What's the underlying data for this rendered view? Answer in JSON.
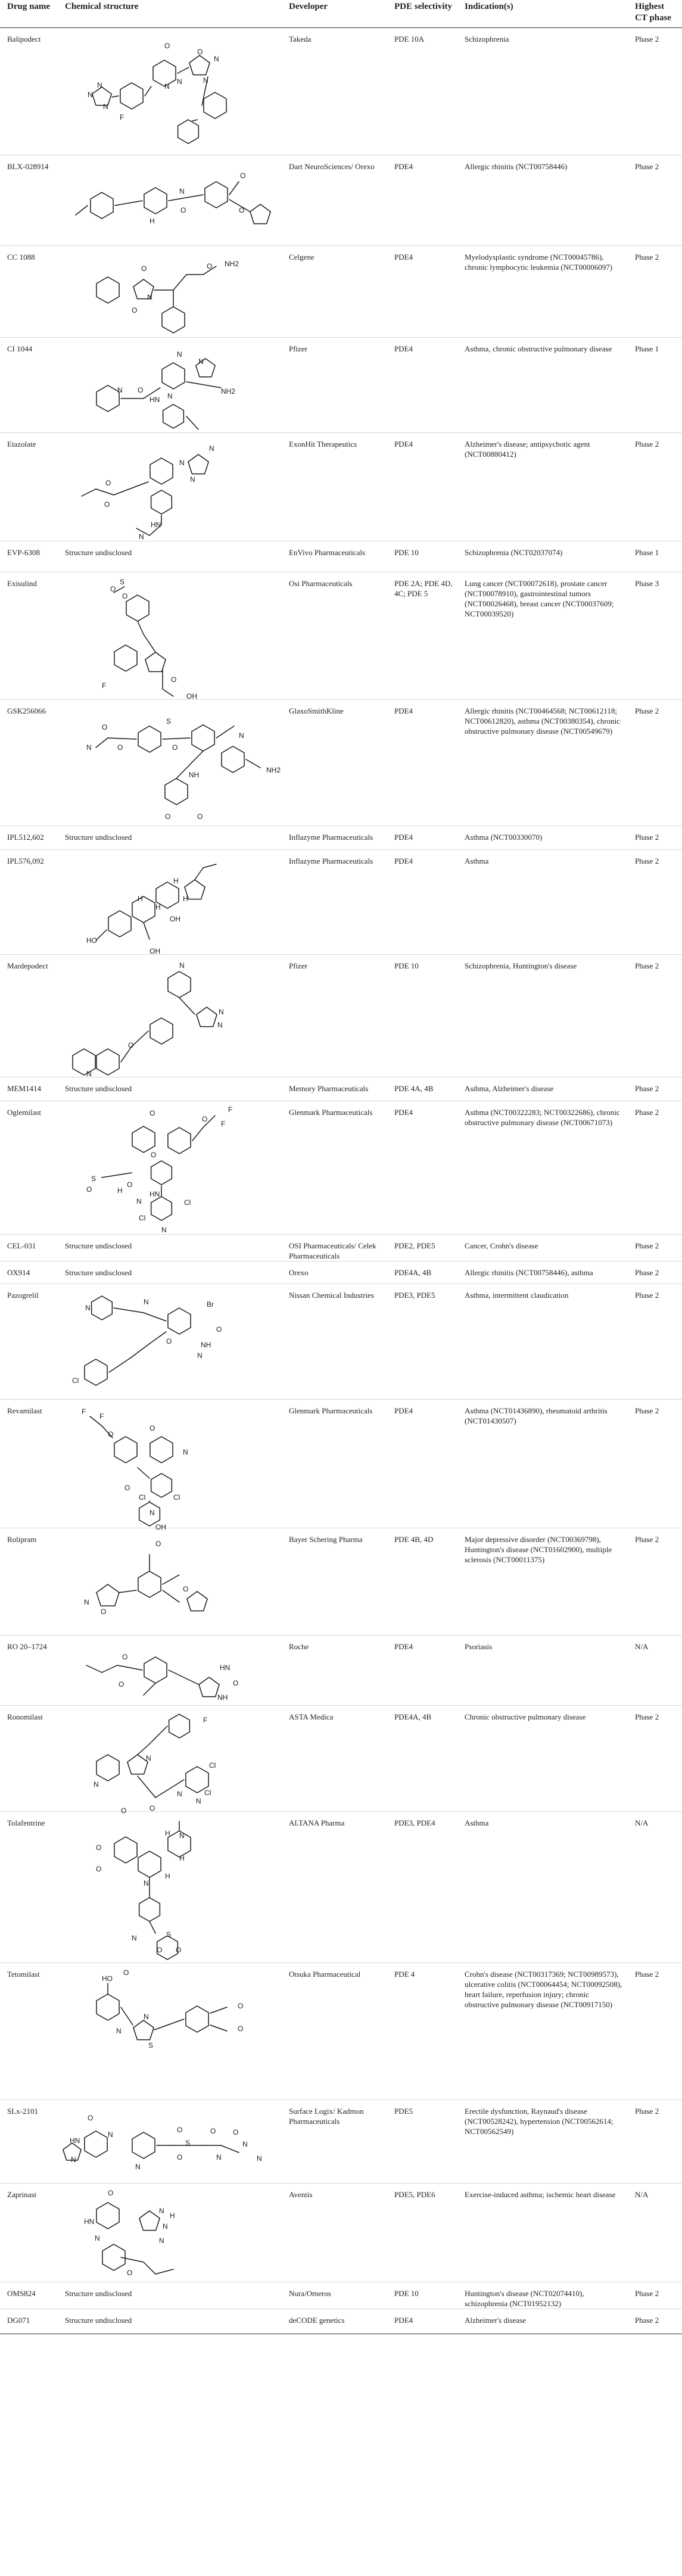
{
  "columns": {
    "drug_name": "Drug name",
    "chemical_structure": "Chemical structure",
    "developer": "Developer",
    "pde_selectivity": "PDE selectivity",
    "indications": "Indication(s)",
    "highest_ct_phase": "Highest CT phase"
  },
  "rows": [
    {
      "name": "Balipodect",
      "structure": "",
      "developer": "Takeda",
      "pde": "PDE 10A",
      "indication": "Schizophrenia",
      "phase": "Phase 2",
      "atoms": [
        "O",
        "O",
        "N",
        "N",
        "N",
        "N",
        "N",
        "N",
        "N",
        "F"
      ]
    },
    {
      "name": "BLX-028914",
      "structure": "",
      "developer": "Dart NeuroSciences/ Orexo",
      "pde": "PDE4",
      "indication": "Allergic rhinitis (NCT00758446)",
      "phase": "Phase 2",
      "atoms": [
        "O",
        "O",
        "O",
        "N",
        "H"
      ]
    },
    {
      "name": "CC 1088",
      "structure": "",
      "developer": "Celgene",
      "pde": "PDE4",
      "indication": "Myelodysplastic syndrome (NCT00045786), chronic lymphocytic leukemia (NCT00006097)",
      "phase": "Phase 2",
      "atoms": [
        "O",
        "O",
        "O",
        "N",
        "NH2"
      ]
    },
    {
      "name": "CI 1044",
      "structure": "",
      "developer": "Pfizer",
      "pde": "PDE4",
      "indication": "Asthma, chronic obstructive pulmonary disease",
      "phase": "Phase 1",
      "atoms": [
        "O",
        "N",
        "N",
        "N",
        "HN",
        "N",
        "NH2"
      ]
    },
    {
      "name": "Etazolate",
      "structure": "",
      "developer": "ExonHit Therapeutics",
      "pde": "PDE4",
      "indication": "Alzheimer's disease; antipsychotic agent (NCT00880412)",
      "phase": "Phase 2",
      "atoms": [
        "O",
        "O",
        "N",
        "N",
        "N",
        "HN",
        "N"
      ]
    },
    {
      "name": "EVP-6308",
      "structure": "Structure undisclosed",
      "developer": "EnVivo Pharmaceuticals",
      "pde": "PDE 10",
      "indication": "Schizophrenia (NCT02037074)",
      "phase": "Phase 1",
      "atoms": []
    },
    {
      "name": "Exisulind",
      "structure": "",
      "developer": "Osi Pharmaceuticals",
      "pde": "PDE 2A; PDE 4D, 4C; PDE 5",
      "indication": "Lung cancer (NCT00072618), prostate cancer (NCT00078910), gastrointestinal tumors (NCT00026468), breast cancer (NCT00037609; NCT00039520)",
      "phase": "Phase 3",
      "atoms": [
        "O",
        "S",
        "O",
        "F",
        "O",
        "OH"
      ]
    },
    {
      "name": "GSK256066",
      "structure": "",
      "developer": "GlaxoSmithKline",
      "pde": "PDE4",
      "indication": "Allergic rhinitis (NCT00464568; NCT00612118; NCT00612820), asthma (NCT00380354), chronic obstructive pulmonary disease (NCT00549679)",
      "phase": "Phase 2",
      "atoms": [
        "O",
        "N",
        "O",
        "S",
        "O",
        "N",
        "NH",
        "O",
        "NH2",
        "O"
      ]
    },
    {
      "name": "IPL512,602",
      "structure": "Structure undisclosed",
      "developer": "Inflazyme Pharmaceuticals",
      "pde": "PDE4",
      "indication": "Asthma (NCT00330070)",
      "phase": "Phase 2",
      "atoms": []
    },
    {
      "name": "IPL576,092",
      "structure": "",
      "developer": "Inflazyme Pharmaceuticals",
      "pde": "PDE4",
      "indication": "Asthma",
      "phase": "Phase 2",
      "atoms": [
        "H",
        "H",
        "H",
        "H",
        "HO",
        "OH",
        "OH"
      ]
    },
    {
      "name": "Mardepodect",
      "structure": "",
      "developer": "Pfizer",
      "pde": "PDE 10",
      "indication": "Schizophrenia, Huntington's disease",
      "phase": "Phase 2",
      "atoms": [
        "N",
        "N",
        "N",
        "O",
        "N"
      ]
    },
    {
      "name": "MEM1414",
      "structure": "Structure undisclosed",
      "developer": "Memory Pharmaceuticals",
      "pde": "PDE 4A, 4B",
      "indication": "Asthma, Alzheimer's disease",
      "phase": "Phase 2",
      "atoms": []
    },
    {
      "name": "Oglemilast",
      "structure": "",
      "developer": "Glenmark Pharmaceuticals",
      "pde": "PDE4",
      "indication": "Asthma (NCT00322283; NCT00322686), chronic obstructive pulmonary disease (NCT00671073)",
      "phase": "Phase 2",
      "atoms": [
        "F",
        "F",
        "O",
        "O",
        "O",
        "S",
        "O",
        "H",
        "N",
        "Cl",
        "Cl",
        "O",
        "HN",
        "N"
      ]
    },
    {
      "name": "CEL-031",
      "structure": "Structure undisclosed",
      "developer": "OSI Pharmaceuticals/ Celek Pharmaceuticals",
      "pde": "PDE2, PDE5",
      "indication": "Cancer, Crohn's disease",
      "phase": "Phase 2",
      "atoms": []
    },
    {
      "name": "OX914",
      "structure": "Structure undisclosed",
      "developer": "Orexo",
      "pde": "PDE4A, 4B",
      "indication": "Allergic rhinitis (NCT00758446), asthma",
      "phase": "Phase 2",
      "atoms": []
    },
    {
      "name": "Pazogrelil",
      "structure": "",
      "developer": "Nissan Chemical Industries",
      "pde": "PDE3, PDE5",
      "indication": "Asthma, intermittent claudication",
      "phase": "Phase 2",
      "atoms": [
        "N",
        "N",
        "Br",
        "O",
        "NH",
        "N",
        "O",
        "Cl"
      ]
    },
    {
      "name": "Revamilast",
      "structure": "",
      "developer": "Glenmark Pharmaceuticals",
      "pde": "PDE4",
      "indication": "Asthma (NCT01436890), rheumatoid arthritis (NCT01430507)",
      "phase": "Phase 2",
      "atoms": [
        "F",
        "F",
        "O",
        "O",
        "N",
        "O",
        "Cl",
        "Cl",
        "N",
        "OH"
      ]
    },
    {
      "name": "Rolipram",
      "structure": "",
      "developer": "Bayer Schering Pharma",
      "pde": "PDE 4B, 4D",
      "indication": "Major depressive disorder (NCT00369798), Huntington's disease (NCT01602900), multiple sclerosis (NCT00011375)",
      "phase": "Phase 2",
      "atoms": [
        "O",
        "N",
        "O",
        "O"
      ]
    },
    {
      "name": "RO 20–1724",
      "structure": "",
      "developer": "Roche",
      "pde": "PDE4",
      "indication": "Psoriasis",
      "phase": "N/A",
      "atoms": [
        "O",
        "O",
        "HN",
        "NH",
        "O"
      ]
    },
    {
      "name": "Ronomilast",
      "structure": "",
      "developer": "ASTA Medica",
      "pde": "PDE4A, 4B",
      "indication": "Chronic obstructive pulmonary disease",
      "phase": "Phase 2",
      "atoms": [
        "F",
        "N",
        "N",
        "Cl",
        "N",
        "O",
        "O",
        "N",
        "Cl"
      ]
    },
    {
      "name": "Tolafentrine",
      "structure": "",
      "developer": "ALTANA Pharma",
      "pde": "PDE3, PDE4",
      "indication": "Asthma",
      "phase": "N/A",
      "atoms": [
        "N",
        "H",
        "O",
        "O",
        "H",
        "N",
        "H",
        "N",
        "S",
        "O",
        "O"
      ]
    },
    {
      "name": "Tetomilast",
      "structure": "",
      "developer": "Otsuka Pharmaceutical",
      "pde": "PDE 4",
      "indication": "Crohn's disease (NCT00317369; NCT00989573), ulcerative colitis (NCT00064454; NCT00092508), heart failure, reperfusion injury; chronic obstructive pulmonary disease (NCT00917150)",
      "phase": "Phase 2",
      "atoms": [
        "HO",
        "O",
        "N",
        "S",
        "N",
        "O",
        "O"
      ]
    },
    {
      "name": "SLx-2101",
      "structure": "",
      "developer": "Surface Logix/ Kadmon Pharmaceuticals",
      "pde": "PDE5",
      "indication": "Erectile dysfunction, Raynaud's disease (NCT00528242), hypertension (NCT00562614; NCT00562549)",
      "phase": "Phase 2",
      "atoms": [
        "O",
        "N",
        "HN",
        "N",
        "N",
        "O",
        "O",
        "S",
        "O",
        "N",
        "O",
        "N",
        "N"
      ]
    },
    {
      "name": "Zaprinast",
      "structure": "",
      "developer": "Aventis",
      "pde": "PDE5, PDE6",
      "indication": "Exercise-induced asthma; ischemic heart disease",
      "phase": "N/A",
      "atoms": [
        "O",
        "HN",
        "N",
        "N",
        "N",
        "N",
        "H",
        "O"
      ]
    },
    {
      "name": "OMS824",
      "structure": "Structure undisclosed",
      "developer": "Nura/Omeros",
      "pde": "PDE 10",
      "indication": "Huntington's disease (NCT02074410), schizophrenia (NCT01952132)",
      "phase": "Phase 2",
      "atoms": []
    },
    {
      "name": "DG071",
      "structure": "Structure undisclosed",
      "developer": "deCODE genetics",
      "pde": "PDE4",
      "indication": "Alzheimer's disease",
      "phase": "Phase 2",
      "atoms": []
    }
  ]
}
